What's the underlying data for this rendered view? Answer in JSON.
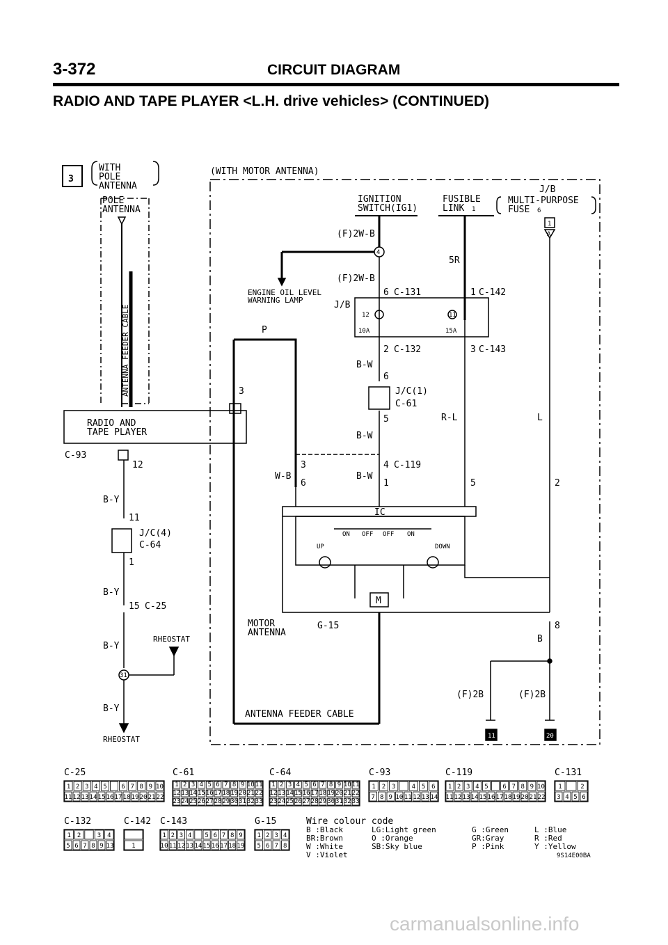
{
  "header": {
    "page_number": "3-372",
    "section_title": "CIRCUIT DIAGRAM",
    "subtitle": "RADIO AND TAPE PLAYER <L.H. drive vehicles> (CONTINUED)"
  },
  "diagram": {
    "section_marker": "3",
    "left": {
      "with_pole_antenna": [
        "WITH",
        "POLE",
        "ANTENNA"
      ],
      "pole_antenna": [
        "POLE",
        "ANTENNA"
      ],
      "feeder_cable": "ANTENNA FEEDER CABLE",
      "radio_box": [
        "RADIO AND",
        "TAPE PLAYER"
      ],
      "radio_conn": "C-93",
      "pin_12": "12",
      "wire_by_1": "B-Y",
      "pin_11": "11",
      "jc4": "J/C(4)",
      "jc4_conn": "C-64",
      "pin_1": "1",
      "wire_by_2": "B-Y",
      "pin_15": "15",
      "c25": "C-25",
      "wire_by_3": "B-Y",
      "rheostat_1": "RHEOSTAT",
      "node_31": "31",
      "wire_by_4": "B-Y",
      "rheostat_2": "RHEOSTAT"
    },
    "right": {
      "with_motor_antenna": "(WITH MOTOR ANTENNA)",
      "ignition": [
        "IGNITION",
        "SWITCH(IG1)"
      ],
      "fusible": [
        "FUSIBLE",
        "LINK"
      ],
      "fusible_num": "1",
      "jb_title": "J/B",
      "multi_purpose": [
        "MULTI-PURPOSE",
        "FUSE"
      ],
      "multi_fuse_num": "6",
      "jb_box_num": "1",
      "jb_pin": "A",
      "wire_f2wb_1": "(F)2W-B",
      "node_4": "4",
      "wire_5r": "5R",
      "wire_f2wb_2": "(F)2W-B",
      "engine_oil": [
        "ENGINE OIL LEVEL",
        "WARNING LAMP"
      ],
      "pin_6": "6",
      "c131": "C-131",
      "pin_1_c142": "1",
      "c142": "C-142",
      "jb_label": "J/B",
      "fuse_12": "12",
      "fuse_11": "11",
      "amp_10": "10A",
      "amp_15": "15A",
      "wire_p": "P",
      "pin_2": "2",
      "c132": "C-132",
      "pin_3": "3",
      "c143": "C-143",
      "wire_bw_1": "B-W",
      "pin_6b": "6",
      "jc1": "J/C(1)",
      "c61": "C-61",
      "pin_3_radio": "3",
      "pin_5": "5",
      "wire_rl": "R-L",
      "wire_l": "L",
      "wire_bw_2": "B-W",
      "pin_3b": "3",
      "pin_4": "4",
      "c119": "C-119",
      "wire_wb": "W-B",
      "pin_6c": "6",
      "wire_bw_3": "B-W",
      "pin_1b": "1",
      "pin_5b": "5",
      "pin_2b": "2",
      "ic": "IC",
      "on_1": "ON",
      "off_1": "OFF",
      "off_2": "OFF",
      "on_2": "ON",
      "up": "UP",
      "down": "DOWN",
      "motor_symbol": "M",
      "motor_antenna": [
        "MOTOR",
        "ANTENNA"
      ],
      "g15": "G-15",
      "pin_8": "8",
      "wire_b": "B",
      "feeder_cable": "ANTENNA FEEDER CABLE",
      "wire_f2b_1": "(F)2B",
      "wire_f2b_2": "(F)2B",
      "ground_11": "11",
      "ground_20": "20"
    }
  },
  "connectors": {
    "row1": [
      {
        "id": "C-25",
        "top": [
          "1",
          "2",
          "3",
          "4",
          "5",
          "",
          "6",
          "7",
          "8",
          "9",
          "10"
        ],
        "bottom": [
          "11",
          "12",
          "13",
          "14",
          "15",
          "16",
          "17",
          "18",
          "19",
          "20",
          "21",
          "22"
        ]
      },
      {
        "id": "C-61",
        "top": [
          "1",
          "2",
          "3",
          "4",
          "5",
          "6",
          "7",
          "8",
          "9",
          "10",
          "11"
        ],
        "bottom": [
          "12",
          "13",
          "14",
          "15",
          "16",
          "17",
          "18",
          "19",
          "20",
          "21",
          "22"
        ],
        "bottom2": [
          "23",
          "24",
          "25",
          "26",
          "27",
          "28",
          "29",
          "30",
          "31",
          "32",
          "33"
        ]
      },
      {
        "id": "C-64",
        "top": [
          "1",
          "2",
          "3",
          "4",
          "5",
          "6",
          "7",
          "8",
          "9",
          "10",
          "11"
        ],
        "bottom": [
          "12",
          "13",
          "14",
          "15",
          "16",
          "17",
          "18",
          "19",
          "20",
          "21",
          "22"
        ],
        "bottom2": [
          "23",
          "24",
          "25",
          "26",
          "27",
          "28",
          "29",
          "30",
          "31",
          "32",
          "33"
        ]
      },
      {
        "id": "C-93",
        "top": [
          "1",
          "2",
          "3",
          "",
          "4",
          "5",
          "6"
        ],
        "bottom": [
          "7",
          "8",
          "9",
          "10",
          "11",
          "12",
          "13",
          "14"
        ]
      },
      {
        "id": "C-119",
        "top": [
          "1",
          "2",
          "3",
          "4",
          "5",
          "",
          "6",
          "7",
          "8",
          "9",
          "10"
        ],
        "bottom": [
          "11",
          "12",
          "13",
          "14",
          "15",
          "16",
          "17",
          "18",
          "19",
          "20",
          "21",
          "22"
        ]
      },
      {
        "id": "C-131",
        "top": [
          "1",
          "",
          "2"
        ],
        "bottom": [
          "3",
          "4",
          "5",
          "6"
        ]
      }
    ],
    "row2": [
      {
        "id": "C-132",
        "top": [
          "1",
          "2",
          "",
          "3",
          "4"
        ],
        "bottom": [
          "5",
          "6",
          "7",
          "8",
          "9",
          "13"
        ]
      },
      {
        "id": "C-142",
        "top": [
          ""
        ],
        "bottom": [
          "1"
        ]
      },
      {
        "id": "C-143",
        "top": [
          "1",
          "2",
          "3",
          "4",
          "",
          "5",
          "6",
          "7",
          "8",
          "9"
        ],
        "bottom": [
          "10",
          "11",
          "12",
          "13",
          "14",
          "15",
          "16",
          "17",
          "18",
          "19"
        ]
      },
      {
        "id": "G-15",
        "top": [
          "1",
          "2",
          "3",
          "4"
        ],
        "bottom": [
          "5",
          "6",
          "7",
          "8"
        ]
      }
    ]
  },
  "legend": {
    "title": "Wire colour code",
    "entries": [
      [
        "B :Black",
        "LG:Light green",
        "G :Green",
        "L :Blue"
      ],
      [
        "BR:Brown",
        "O :Orange",
        "GR:Gray",
        "R :Red"
      ],
      [
        "W :White",
        "SB:Sky blue",
        "P :Pink",
        "Y :Yellow"
      ],
      [
        "V :Violet",
        "",
        "",
        ""
      ]
    ],
    "code": "9S14E00BA"
  },
  "footer": {
    "site": "carmanualsonline.info"
  }
}
